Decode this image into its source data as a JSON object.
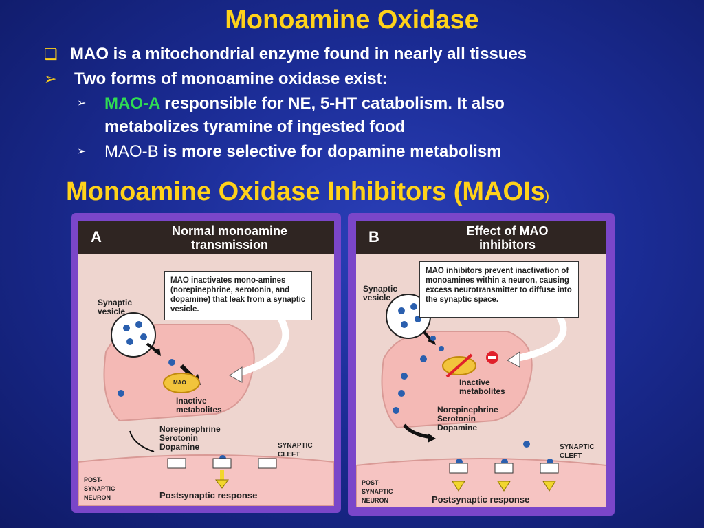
{
  "title": "Monoamine Oxidase",
  "bullets": {
    "b1": "MAO is a mitochondrial enzyme found in nearly all tissues",
    "b2": "Two forms of monoamine oxidase exist:",
    "b3_green": "MAO-A",
    "b3_rest": " responsible for NE, 5-HT catabolism. It also",
    "b3_line2": "metabolizes tyramine of ingested food",
    "b4_plain": "MAO-B",
    "b4_rest": " is more selective for dopamine metabolism"
  },
  "subtitle": {
    "main": "Monoamine Oxidase Inhibitors (MAOIs",
    "paren": ")"
  },
  "panel_a": {
    "letter": "A",
    "header_line1": "Normal monoamine",
    "header_line2": "transmission",
    "callout": "MAO inactivates mono-amines (norepinephrine, serotonin, and dopamine) that leak from a synaptic vesicle.",
    "synaptic_vesicle": "Synaptic vesicle",
    "mao": "MAO",
    "inactive_metabolites": "Inactive metabolites",
    "neurotransmitters_1": "Norepinephrine",
    "neurotransmitters_2": "Serotonin",
    "neurotransmitters_3": "Dopamine",
    "synaptic_cleft": "SYNAPTIC CLEFT",
    "post_neuron": "POST-SYNAPTIC NEURON",
    "response": "Postsynaptic response"
  },
  "panel_b": {
    "letter": "B",
    "header_line1": "Effect of MAO",
    "header_line2": "inhibitors",
    "callout": "MAO inhibitors prevent inactivation of monoamines within a neuron, causing excess neurotransmitter to diffuse into the synaptic space.",
    "synaptic_vesicle": "Synaptic vesicle",
    "inactive_metabolites": "Inactive metabolites",
    "neurotransmitters_1": "Norepinephrine",
    "neurotransmitters_2": "Serotonin",
    "neurotransmitters_3": "Dopamine",
    "synaptic_cleft": "SYNAPTIC CLEFT",
    "post_neuron": "POST-SYNAPTIC NEURON",
    "response": "Postsynaptic response"
  }
}
